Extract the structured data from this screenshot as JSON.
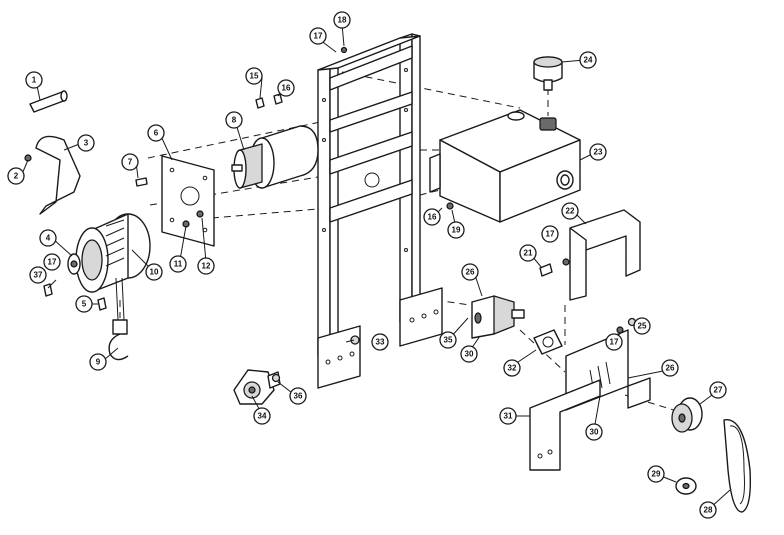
{
  "figure": {
    "colors": {
      "ink": "#1a1a1a",
      "paper": "#ffffff",
      "shade": "#d8d8d8"
    },
    "callouts": [
      "1",
      "2",
      "3",
      "4",
      "5",
      "6",
      "7",
      "8",
      "9",
      "10",
      "11",
      "12",
      "15",
      "16",
      "17",
      "18",
      "19",
      "21",
      "22",
      "23",
      "24",
      "25",
      "26",
      "27",
      "28",
      "29",
      "30",
      "31",
      "32",
      "33",
      "34",
      "35",
      "36",
      "37"
    ]
  }
}
